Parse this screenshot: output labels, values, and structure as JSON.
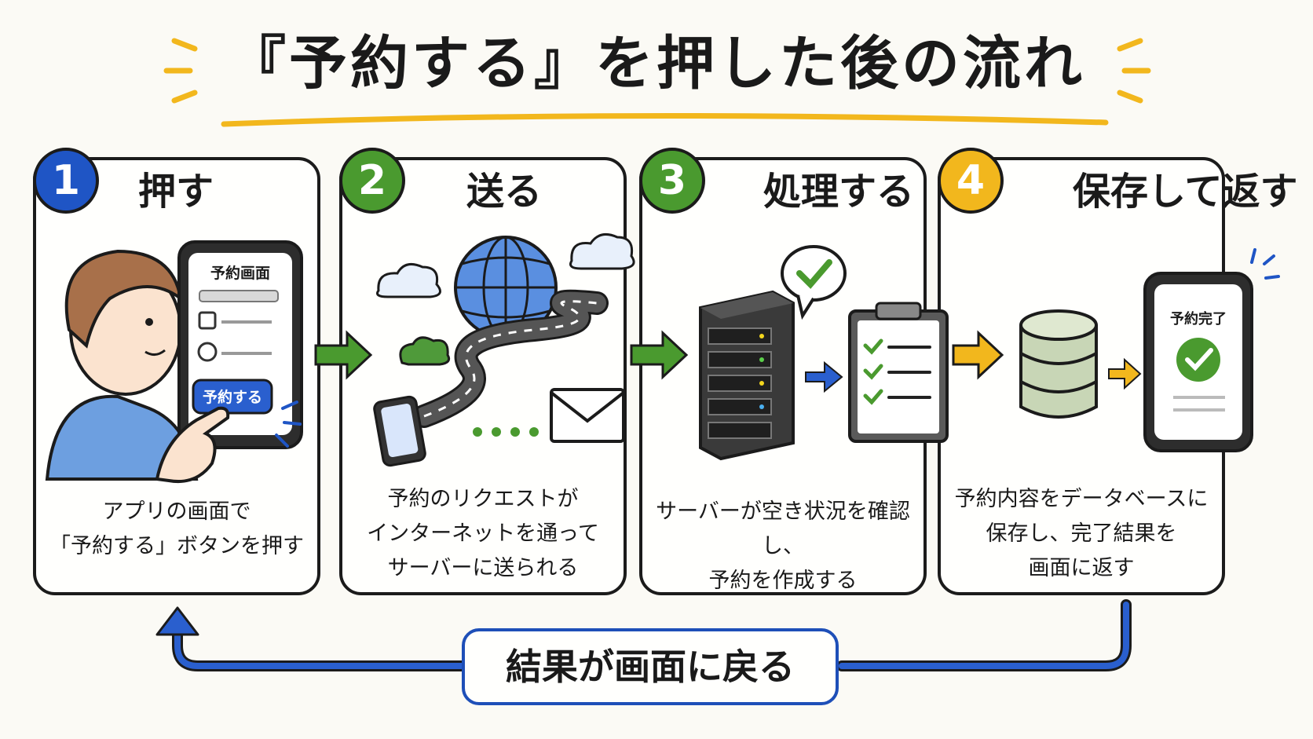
{
  "title": "『予約する』を押した後の流れ",
  "steps": [
    {
      "number": "1",
      "title": "押す",
      "desc": "アプリの画面で\n「予約する」ボタンを押す",
      "color": "#1f55c5"
    },
    {
      "number": "2",
      "title": "送る",
      "desc": "予約のリクエストが\nインターネットを通って\nサーバーに送られる",
      "color": "#4a9a2f"
    },
    {
      "number": "3",
      "title": "処理する",
      "desc": "サーバーが空き状況を確認し、\n予約を作成する",
      "color": "#4a9a2f"
    },
    {
      "number": "4",
      "title": "保存して返す",
      "desc": "予約内容をデータベースに\n保存し、完了結果を\n画面に返す",
      "color": "#f2b71d"
    }
  ],
  "phone1": {
    "screen_title": "予約画面",
    "button_label": "予約する"
  },
  "phone4": {
    "screen_title": "予約完了"
  },
  "return_label": "結果が画面に戻る",
  "colors": {
    "blue": "#1f55c5",
    "green": "#4a9a2f",
    "yellow": "#f2b71d",
    "outline": "#1b1b1b"
  }
}
